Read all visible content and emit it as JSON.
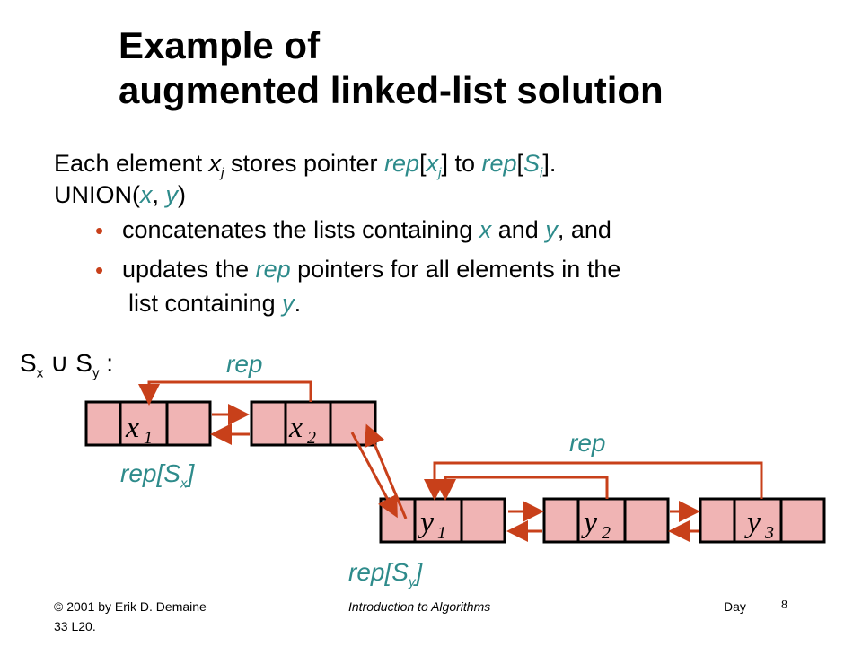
{
  "title": {
    "line1": "Example of",
    "line2": "augmented linked-list solution"
  },
  "text": {
    "line1": {
      "a": "Each element ",
      "x": "x",
      "j": "j",
      "b": " stores pointer ",
      "rep1": "rep",
      "c": "[",
      "x2": "x",
      "j2": "j",
      "d": "] to ",
      "rep2": "rep",
      "e": "[",
      "S": "S",
      "i": "i",
      "f": "]."
    },
    "union": {
      "a": "UNION(",
      "x": "x",
      "b": ", ",
      "y": "y",
      "c": ")"
    },
    "bullet1": {
      "a": "concatenates the lists containing ",
      "x": "x",
      "b": " and ",
      "y": "y",
      "c": ", and"
    },
    "bullet2": {
      "a": "updates the ",
      "rep": "rep",
      "b": " pointers for all elements in the"
    },
    "bullet3": {
      "a": "list containing ",
      "y": "y",
      "b": "."
    },
    "bullet_symbol": "•"
  },
  "diagram": {
    "set_label": {
      "S1": "S",
      "x": "x",
      "union": " ∪ ",
      "S2": "S",
      "y": "y",
      "colon": " :"
    },
    "rep_label_top": "rep",
    "rep_label_right": "rep",
    "rep_sx": {
      "a": "rep[S",
      "x": "x",
      "b": "]"
    },
    "rep_sy": {
      "a": "rep[S",
      "y": "y",
      "b": "]"
    },
    "nodes": [
      {
        "letter": "x",
        "index": "1"
      },
      {
        "letter": "x",
        "index": "2"
      },
      {
        "letter": "y",
        "index": "1"
      },
      {
        "letter": "y",
        "index": "2"
      },
      {
        "letter": "y",
        "index": "3"
      }
    ],
    "colors": {
      "cell_fill": "#f0b4b4",
      "arrow": "#c8401a",
      "label": "#2e8b8b"
    }
  },
  "footer": {
    "copyright": "© 2001 by Erik D. Demaine",
    "book": "Introduction to Algorithms",
    "day": "Day",
    "page": "8",
    "lecture": "33     L20."
  }
}
